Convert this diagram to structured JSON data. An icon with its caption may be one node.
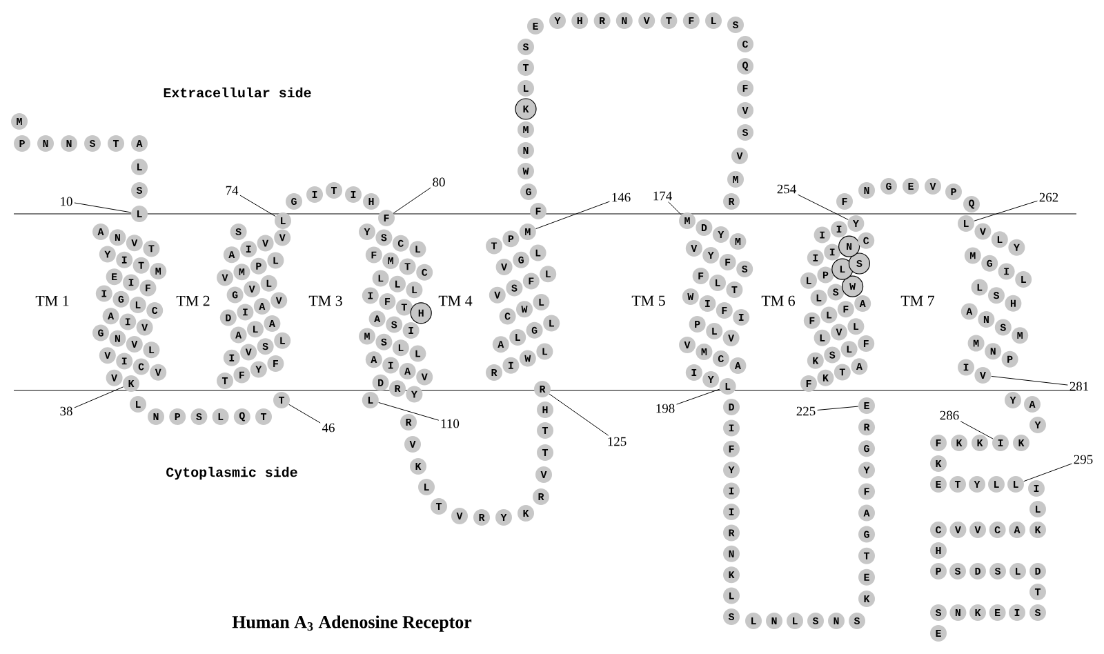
{
  "diagram": {
    "title": "Human A$_{3}$ Adenosine Receptor",
    "nodes": [
      {
        "text": [
          "M"
        ]
      },
      {
        "text": [
          "P"
        ]
      },
      {
        "text": [
          "N"
        ]
      },
      {
        "text": [
          "N"
        ]
      },
      {
        "text": [
          "S"
        ]
      },
      {
        "text": [
          "T"
        ]
      },
      {
        "text": [
          "A"
        ]
      },
      {
        "text": [
          "L"
        ]
      },
      {
        "text": [
          "S"
        ]
      },
      {
        "text": [
          "L"
        ]
      },
      {
        "text": [
          "A"
        ]
      },
      {
        "text": [
          "N"
        ]
      },
      {
        "text": [
          "V"
        ]
      },
      {
        "text": [
          "T"
        ]
      },
      {
        "text": [
          "Y"
        ]
      },
      {
        "text": [
          "I"
        ]
      },
      {
        "text": [
          "T"
        ]
      },
      {
        "text": [
          "M"
        ]
      },
      {
        "text": [
          "E"
        ]
      },
      {
        "text": [
          "I"
        ]
      },
      {
        "text": [
          "F"
        ]
      },
      {
        "text": [
          "I"
        ]
      },
      {
        "text": [
          "G"
        ]
      },
      {
        "text": [
          "L"
        ]
      },
      {
        "text": [
          "C"
        ]
      },
      {
        "text": [
          "A"
        ]
      },
      {
        "text": [
          "I"
        ]
      },
      {
        "text": [
          "V"
        ]
      },
      {
        "text": [
          "G"
        ]
      },
      {
        "text": [
          "N"
        ]
      },
      {
        "text": [
          "V"
        ]
      },
      {
        "text": [
          "L"
        ]
      },
      {
        "text": [
          "V"
        ]
      },
      {
        "text": [
          "I"
        ]
      },
      {
        "text": [
          "C"
        ]
      },
      {
        "text": [
          "V"
        ]
      },
      {
        "text": [
          "V"
        ]
      },
      {
        "text": [
          "K"
        ]
      },
      {
        "text": [
          "L"
        ]
      },
      {
        "text": [
          "N"
        ]
      },
      {
        "text": [
          "P"
        ]
      },
      {
        "text": [
          "S"
        ]
      },
      {
        "text": [
          "L"
        ]
      },
      {
        "text": [
          "Q"
        ]
      },
      {
        "text": [
          "T"
        ]
      },
      {
        "text": [
          "T"
        ]
      },
      {
        "text": [
          "T"
        ]
      },
      {
        "text": [
          "F"
        ]
      },
      {
        "text": [
          "Y"
        ]
      },
      {
        "text": [
          "F"
        ]
      },
      {
        "text": [
          "I"
        ]
      },
      {
        "text": [
          "V"
        ]
      },
      {
        "text": [
          "S"
        ]
      },
      {
        "text": [
          "L"
        ]
      },
      {
        "text": [
          "A"
        ]
      },
      {
        "text": [
          "L"
        ]
      },
      {
        "text": [
          "A"
        ]
      },
      {
        "text": [
          "D"
        ]
      },
      {
        "text": [
          "I"
        ]
      },
      {
        "text": [
          "A"
        ]
      },
      {
        "text": [
          "V"
        ]
      },
      {
        "text": [
          "G"
        ]
      },
      {
        "text": [
          "V"
        ]
      },
      {
        "text": [
          "L"
        ]
      },
      {
        "text": [
          "V"
        ]
      },
      {
        "text": [
          "M"
        ]
      },
      {
        "text": [
          "P"
        ]
      },
      {
        "text": [
          "L"
        ]
      },
      {
        "text": [
          "A"
        ]
      },
      {
        "text": [
          "I"
        ]
      },
      {
        "text": [
          "V"
        ]
      },
      {
        "text": [
          "V"
        ]
      },
      {
        "text": [
          "S"
        ]
      },
      {
        "text": [
          "L"
        ]
      },
      {
        "text": [
          "G"
        ]
      },
      {
        "text": [
          "I"
        ]
      },
      {
        "text": [
          "T"
        ]
      },
      {
        "text": [
          "I"
        ]
      },
      {
        "text": [
          "H"
        ]
      },
      {
        "text": [
          "F"
        ]
      },
      {
        "text": [
          "Y"
        ]
      },
      {
        "text": [
          "S"
        ]
      },
      {
        "text": [
          "C"
        ]
      },
      {
        "text": [
          "L"
        ]
      },
      {
        "text": [
          "F"
        ]
      },
      {
        "text": [
          "M"
        ]
      },
      {
        "text": [
          "T"
        ]
      },
      {
        "text": [
          "C"
        ]
      },
      {
        "text": [
          "L"
        ]
      },
      {
        "text": [
          "L"
        ]
      },
      {
        "text": [
          "L"
        ]
      },
      {
        "text": [
          "I"
        ]
      },
      {
        "text": [
          "F"
        ]
      },
      {
        "text": [
          "T"
        ]
      },
      {
        "text": [
          "H"
        ]
      },
      {
        "text": [
          "A"
        ]
      },
      {
        "text": [
          "S"
        ]
      },
      {
        "text": [
          "I"
        ]
      },
      {
        "text": [
          "M"
        ]
      },
      {
        "text": [
          "S"
        ]
      },
      {
        "text": [
          "L"
        ]
      },
      {
        "text": [
          "L"
        ]
      },
      {
        "text": [
          "A"
        ]
      },
      {
        "text": [
          "I"
        ]
      },
      {
        "text": [
          "A"
        ]
      },
      {
        "text": [
          "V"
        ]
      },
      {
        "text": [
          "D"
        ]
      },
      {
        "text": [
          "R"
        ]
      },
      {
        "text": [
          "Y"
        ]
      },
      {
        "text": [
          "L"
        ]
      },
      {
        "text": [
          "R"
        ]
      },
      {
        "text": [
          "V"
        ]
      },
      {
        "text": [
          "K"
        ]
      },
      {
        "text": [
          "L"
        ]
      },
      {
        "text": [
          "T"
        ]
      },
      {
        "text": [
          "V"
        ]
      },
      {
        "text": [
          "R"
        ]
      },
      {
        "text": [
          "Y"
        ]
      },
      {
        "text": [
          "K"
        ]
      },
      {
        "text": [
          "R"
        ]
      },
      {
        "text": [
          "V"
        ]
      },
      {
        "text": [
          "T"
        ]
      },
      {
        "text": [
          "T"
        ]
      },
      {
        "text": [
          "H"
        ]
      },
      {
        "text": [
          "R"
        ]
      },
      {
        "text": [
          "R"
        ]
      },
      {
        "text": [
          "I"
        ]
      },
      {
        "text": [
          "W"
        ]
      },
      {
        "text": [
          "L"
        ]
      },
      {
        "text": [
          "A"
        ]
      },
      {
        "text": [
          "L"
        ]
      },
      {
        "text": [
          "G"
        ]
      },
      {
        "text": [
          "L"
        ]
      },
      {
        "text": [
          "C"
        ]
      },
      {
        "text": [
          "W"
        ]
      },
      {
        "text": [
          "L"
        ]
      },
      {
        "text": [
          "V"
        ]
      },
      {
        "text": [
          "S"
        ]
      },
      {
        "text": [
          "F"
        ]
      },
      {
        "text": [
          "L"
        ]
      },
      {
        "text": [
          "V"
        ]
      },
      {
        "text": [
          "G"
        ]
      },
      {
        "text": [
          "L"
        ]
      },
      {
        "text": [
          "T"
        ]
      },
      {
        "text": [
          "P"
        ]
      },
      {
        "text": [
          "M"
        ]
      },
      {
        "text": [
          "F"
        ]
      },
      {
        "text": [
          "G"
        ]
      },
      {
        "text": [
          "W"
        ]
      },
      {
        "text": [
          "N"
        ]
      },
      {
        "text": [
          "M"
        ]
      },
      {
        "text": [
          "K"
        ]
      },
      {
        "text": [
          "L"
        ]
      },
      {
        "text": [
          "T"
        ]
      },
      {
        "text": [
          "S"
        ]
      },
      {
        "text": [
          "E"
        ]
      },
      {
        "text": [
          "Y"
        ]
      },
      {
        "text": [
          "H"
        ]
      },
      {
        "text": [
          "R"
        ]
      },
      {
        "text": [
          "N"
        ]
      },
      {
        "text": [
          "V"
        ]
      },
      {
        "text": [
          "T"
        ]
      },
      {
        "text": [
          "F"
        ]
      },
      {
        "text": [
          "L"
        ]
      },
      {
        "text": [
          "S"
        ]
      },
      {
        "text": [
          "C"
        ]
      },
      {
        "text": [
          "Q"
        ]
      },
      {
        "text": [
          "F"
        ]
      },
      {
        "text": [
          "V"
        ]
      },
      {
        "text": [
          "S"
        ]
      },
      {
        "text": [
          "V"
        ]
      },
      {
        "text": [
          "M"
        ]
      },
      {
        "text": [
          "R"
        ]
      },
      {
        "text": [
          "M"
        ]
      },
      {
        "text": [
          "D"
        ]
      },
      {
        "text": [
          "Y"
        ]
      },
      {
        "text": [
          "M"
        ]
      },
      {
        "text": [
          "V"
        ]
      },
      {
        "text": [
          "Y"
        ]
      },
      {
        "text": [
          "F"
        ]
      },
      {
        "text": [
          "S"
        ]
      },
      {
        "text": [
          "F"
        ]
      },
      {
        "text": [
          "L"
        ]
      },
      {
        "text": [
          "T"
        ]
      },
      {
        "text": [
          "W"
        ]
      },
      {
        "text": [
          "I"
        ]
      },
      {
        "text": [
          "F"
        ]
      },
      {
        "text": [
          "I"
        ]
      },
      {
        "text": [
          "P"
        ]
      },
      {
        "text": [
          "L"
        ]
      },
      {
        "text": [
          "V"
        ]
      },
      {
        "text": [
          "V"
        ]
      },
      {
        "text": [
          "M"
        ]
      },
      {
        "text": [
          "C"
        ]
      },
      {
        "text": [
          "A"
        ]
      },
      {
        "text": [
          "I"
        ]
      },
      {
        "text": [
          "Y"
        ]
      },
      {
        "text": [
          "L"
        ]
      },
      {
        "text": [
          "D"
        ]
      },
      {
        "text": [
          "I"
        ]
      },
      {
        "text": [
          "F"
        ]
      },
      {
        "text": [
          "Y"
        ]
      },
      {
        "text": [
          "I"
        ]
      },
      {
        "text": [
          "I"
        ]
      },
      {
        "text": [
          "R"
        ]
      },
      {
        "text": [
          "N"
        ]
      },
      {
        "text": [
          "K"
        ]
      },
      {
        "text": [
          "L"
        ]
      },
      {
        "text": [
          "S"
        ]
      },
      {
        "text": [
          "L"
        ]
      },
      {
        "text": [
          "N"
        ]
      },
      {
        "text": [
          "L"
        ]
      },
      {
        "text": [
          "S"
        ]
      },
      {
        "text": [
          "N"
        ]
      },
      {
        "text": [
          "S"
        ]
      },
      {
        "text": [
          "K"
        ]
      },
      {
        "text": [
          "E"
        ]
      },
      {
        "text": [
          "T"
        ]
      },
      {
        "text": [
          "G"
        ]
      },
      {
        "text": [
          "A"
        ]
      },
      {
        "text": [
          "F"
        ]
      },
      {
        "text": [
          "Y"
        ]
      },
      {
        "text": [
          "G"
        ]
      },
      {
        "text": [
          "R"
        ]
      },
      {
        "text": [
          "E"
        ]
      },
      {
        "text": [
          "F"
        ]
      },
      {
        "text": [
          "K"
        ]
      },
      {
        "text": [
          "T"
        ]
      },
      {
        "text": [
          "A"
        ]
      },
      {
        "text": [
          "K"
        ]
      },
      {
        "text": [
          "S"
        ]
      },
      {
        "text": [
          "L"
        ]
      },
      {
        "text": [
          "F"
        ]
      },
      {
        "text": [
          "L"
        ]
      },
      {
        "text": [
          "V"
        ]
      },
      {
        "text": [
          "L"
        ]
      },
      {
        "text": [
          "F"
        ]
      },
      {
        "text": [
          "L"
        ]
      },
      {
        "text": [
          "F"
        ]
      },
      {
        "text": [
          "A"
        ]
      },
      {
        "text": [
          "L"
        ]
      },
      {
        "text": [
          "S"
        ]
      },
      {
        "text": [
          "W"
        ]
      },
      {
        "text": [
          "L"
        ]
      },
      {
        "text": [
          "P"
        ]
      },
      {
        "text": [
          "L"
        ]
      },
      {
        "text": [
          "S"
        ]
      },
      {
        "text": [
          "I"
        ]
      },
      {
        "text": [
          "I"
        ]
      },
      {
        "text": [
          "N"
        ]
      },
      {
        "text": [
          "C"
        ]
      },
      {
        "text": [
          "I"
        ]
      },
      {
        "text": [
          "I"
        ]
      },
      {
        "text": [
          "Y"
        ]
      },
      {
        "text": [
          "F"
        ]
      },
      {
        "text": [
          "N"
        ]
      },
      {
        "text": [
          "G"
        ]
      },
      {
        "text": [
          "E"
        ]
      },
      {
        "text": [
          "V"
        ]
      },
      {
        "text": [
          "P"
        ]
      },
      {
        "text": [
          "Q"
        ]
      },
      {
        "text": [
          "L"
        ]
      },
      {
        "text": [
          "V"
        ]
      },
      {
        "text": [
          "L"
        ]
      },
      {
        "text": [
          "Y"
        ]
      },
      {
        "text": [
          "M"
        ]
      },
      {
        "text": [
          "G"
        ]
      },
      {
        "text": [
          "I"
        ]
      },
      {
        "text": [
          "L"
        ]
      },
      {
        "text": [
          "L"
        ]
      },
      {
        "text": [
          "S"
        ]
      },
      {
        "text": [
          "H"
        ]
      },
      {
        "text": [
          "A"
        ]
      },
      {
        "text": [
          "N"
        ]
      },
      {
        "text": [
          "S"
        ]
      },
      {
        "text": [
          "M"
        ]
      },
      {
        "text": [
          "M"
        ]
      },
      {
        "text": [
          "N"
        ]
      },
      {
        "text": [
          "P"
        ]
      },
      {
        "text": [
          "I"
        ]
      },
      {
        "text": [
          "V"
        ]
      },
      {
        "text": [
          "Y"
        ]
      },
      {
        "text": [
          "A"
        ]
      },
      {
        "text": [
          "Y"
        ]
      },
      {
        "text": [
          "K"
        ]
      },
      {
        "text": [
          "I"
        ]
      },
      {
        "text": [
          "K"
        ]
      },
      {
        "text": [
          "K"
        ]
      },
      {
        "text": [
          "F"
        ]
      },
      {
        "text": [
          "K"
        ]
      },
      {
        "text": [
          "E"
        ]
      },
      {
        "text": [
          "T"
        ]
      },
      {
        "text": [
          "Y"
        ]
      },
      {
        "text": [
          "L"
        ]
      },
      {
        "text": [
          "L"
        ]
      },
      {
        "text": [
          "I"
        ]
      },
      {
        "text": [
          "L"
        ]
      },
      {
        "text": [
          "K"
        ]
      },
      {
        "text": [
          "A"
        ]
      },
      {
        "text": [
          "C"
        ]
      },
      {
        "text": [
          "V"
        ]
      },
      {
        "text": [
          "V"
        ]
      },
      {
        "text": [
          "C"
        ]
      },
      {
        "text": [
          "H"
        ]
      },
      {
        "text": [
          "P"
        ]
      },
      {
        "text": [
          "S"
        ]
      },
      {
        "text": [
          "D"
        ]
      },
      {
        "text": [
          "S"
        ]
      },
      {
        "text": [
          "L"
        ]
      },
      {
        "text": [
          "D"
        ]
      },
      {
        "text": [
          "T"
        ]
      },
      {
        "text": [
          "S"
        ]
      },
      {
        "text": [
          "I"
        ]
      },
      {
        "text": [
          "E"
        ]
      },
      {
        "text": [
          "K"
        ]
      },
      {
        "text": [
          "N"
        ]
      },
      {
        "text": [
          "S"
        ]
      },
      {
        "text": [
          "E"
        ]
      },
      {
        "text": [
          "10"
        ]
      },
      {
        "text": [
          "38"
        ]
      },
      {
        "text": [
          "46"
        ]
      },
      {
        "text": [
          "74"
        ]
      },
      {
        "text": [
          "80"
        ]
      },
      {
        "text": [
          "110"
        ]
      },
      {
        "text": [
          "125"
        ]
      },
      {
        "text": [
          "146"
        ]
      },
      {
        "text": [
          "174"
        ]
      },
      {
        "text": [
          "198"
        ]
      },
      {
        "text": [
          "225"
        ]
      },
      {
        "text": [
          "254"
        ]
      },
      {
        "text": [
          "262"
        ]
      },
      {
        "text": [
          "281"
        ]
      },
      {
        "text": [
          "286"
        ]
      },
      {
        "text": [
          "295"
        ]
      }
    ],
    "edges": [
      {
        "from": 318,
        "to": 9,
        "arrow": "none"
      },
      {
        "from": 319,
        "to": 37,
        "arrow": "none"
      },
      {
        "from": 320,
        "to": 45,
        "arrow": "none"
      },
      {
        "from": 321,
        "to": 73,
        "arrow": "none"
      },
      {
        "from": 322,
        "to": 79,
        "arrow": "none"
      },
      {
        "from": 323,
        "to": 109,
        "arrow": "none"
      },
      {
        "from": 324,
        "to": 124,
        "arrow": "none"
      },
      {
        "from": 325,
        "to": 145,
        "arrow": "none"
      },
      {
        "from": 326,
        "to": 173,
        "arrow": "none"
      },
      {
        "from": 327,
        "to": 197,
        "arrow": "none"
      },
      {
        "from": 328,
        "to": 224,
        "arrow": "none"
      },
      {
        "from": 329,
        "to": 253,
        "arrow": "none"
      },
      {
        "from": 330,
        "to": 261,
        "arrow": "none"
      },
      {
        "from": 331,
        "to": 280,
        "arrow": "none"
      },
      {
        "from": 332,
        "to": 285,
        "arrow": "none"
      },
      {
        "from": 333,
        "to": 294,
        "arrow": "none"
      }
    ],
    "labels": [
      "Extracellular side",
      "TM 1",
      "TM 2",
      "TM 3",
      "TM 4",
      "TM 5",
      "TM 6",
      "TM 7",
      "Cytoplasmic side"
    ]
  }
}
